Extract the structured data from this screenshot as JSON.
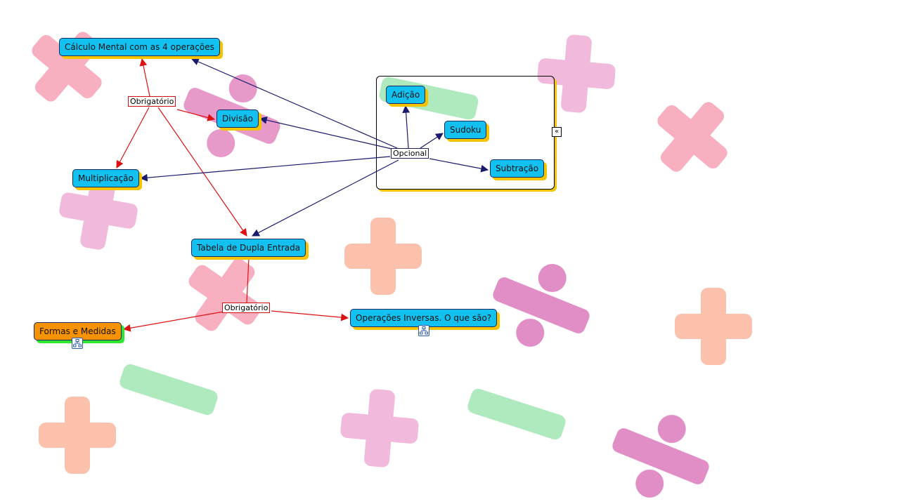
{
  "colors": {
    "node_fill": "#12c1f0",
    "node_shadow": "#f5c400",
    "alt_node_fill": "#f79200",
    "alt_node_shadow": "#2ee62e",
    "required_link": "#dd1111",
    "optional_link": "#1a1a6e"
  },
  "nodes": {
    "calculo": "Cálculo Mental com as 4 operações",
    "divisao": "Divisão",
    "multiplicacao": "Multiplicação",
    "tabela": "Tabela de Dupla Entrada",
    "formas": "Formas e Medidas",
    "operacoes": "Operações Inversas. O que são?",
    "adicao": "Adição",
    "sudoku": "Sudoku",
    "subtracao": "Subtração"
  },
  "link_labels": {
    "obrigatorio_top": "Obrigatório",
    "opcional": "Opcional",
    "obrigatorio_bottom": "Obrigatório"
  },
  "icons": {
    "collapse": "collapse-chevrons-icon",
    "submap": "submap-icon"
  }
}
